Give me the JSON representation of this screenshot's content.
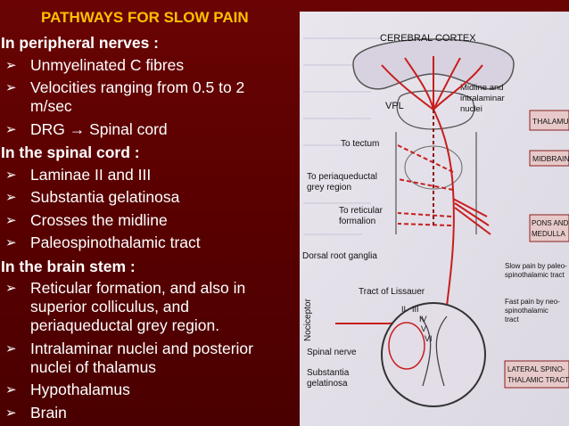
{
  "slide": {
    "title": "PATHWAYS FOR SLOW PAIN",
    "sections": [
      {
        "heading": "In peripheral nerves :",
        "bullets": [
          [
            "Unmyelinated C fibres"
          ],
          [
            "Velocities ranging from 0.5 to 2",
            "m/sec"
          ],
          [
            "DRG → Spinal cord"
          ]
        ]
      },
      {
        "heading": "In the spinal cord :",
        "bullets": [
          [
            "Laminae II and III"
          ],
          [
            "Substantia gelatinosa"
          ],
          [
            "Crosses the midline"
          ],
          [
            "Paleospinothalamic tract"
          ]
        ]
      },
      {
        "heading": "In the brain stem :",
        "bullets": [
          [
            "Reticular formation, and also in",
            "superior colliculus, and",
            "periaqueductal grey region."
          ],
          [
            "Intralaminar nuclei and posterior",
            "nuclei of thalamus"
          ],
          [
            "Hypothalamus"
          ],
          [
            "Brain"
          ]
        ]
      }
    ]
  },
  "figure": {
    "labels": {
      "cortex": "CEREBRAL CORTEX",
      "vpl": "VPL",
      "midline": [
        "Midline and",
        "intralaminar",
        "nuclei"
      ],
      "thalamus": "THALAMUS",
      "tectum": "To tectum",
      "midbrain": "MIDBRAIN",
      "periaq": [
        "To periaqueductal",
        "grey region"
      ],
      "reticular": [
        "To reticular",
        "formalion"
      ],
      "pons": [
        "PONS AND",
        "MEDULLA"
      ],
      "drg": "Dorsal root ganglia",
      "lissauer": "Tract of Lissauer",
      "nociceptor": "Nociceptor",
      "laminae": [
        "II",
        "III",
        "IV",
        "V",
        "VI"
      ],
      "spinal_nerve": "Spinal nerve",
      "subst": [
        "Substantia",
        "gelatinosa"
      ],
      "slowpain": [
        "Slow pain by paleo-",
        "spinothalamic tract"
      ],
      "fastpain": [
        "Fast pain by neo-",
        "spinothalamic",
        "tract"
      ],
      "lateral": [
        "LATERAL SPINO-",
        "THALAMIC TRACT"
      ]
    }
  }
}
